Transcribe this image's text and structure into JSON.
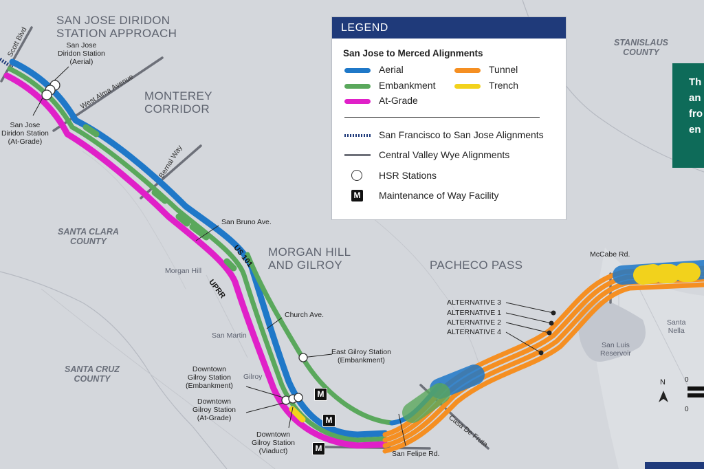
{
  "regions": {
    "diridon": "SAN JOSE DIRIDON\nSTATION APPROACH",
    "monterey": "MONTEREY\nCORRIDOR",
    "morgan_hill": "MORGAN HILL\nAND GILROY",
    "pacheco": "PACHECO PASS"
  },
  "counties": {
    "santa_clara": "SANTA CLARA\nCOUNTY",
    "santa_cruz": "SANTA CRUZ\nCOUNTY",
    "stanislaus": "STANISLAUS\nCOUNTY"
  },
  "places": {
    "morgan_hill": "Morgan Hill",
    "san_martin": "San Martin",
    "gilroy": "Gilroy",
    "san_luis": "San Luis\nReservoir",
    "santa_nella": "Santa\nNella"
  },
  "roads": {
    "scott": "Scott Blvd",
    "west_alma": "West Alma Avenue",
    "bernal": "Bernal Way",
    "san_bruno": "San Bruno Ave.",
    "us101": "US 101",
    "uprr": "UPRR",
    "church": "Church Ave.",
    "casa": "Casa De Fruta",
    "san_felipe": "San Felipe Rd.",
    "mccabe": "McCabe Rd."
  },
  "stations": {
    "diridon_aerial": "San Jose\nDiridon Station\n(Aerial)",
    "diridon_atgrade": "San Jose\nDiridon Station\n(At-Grade)",
    "east_gilroy": "East Gilroy Station\n(Embankment)",
    "dt_embankment": "Downtown\nGilroy Station\n(Embankment)",
    "dt_atgrade": "Downtown\nGilroy Station\n(At-Grade)",
    "dt_viaduct": "Downtown\nGilroy Station\n(Viaduct)"
  },
  "alternatives": [
    "ALTERNATIVE 3",
    "ALTERNATIVE 1",
    "ALTERNATIVE 2",
    "ALTERNATIVE 4"
  ],
  "maintenance_symbol": "M",
  "legend": {
    "title": "LEGEND",
    "subtitle": "San Jose to Merced Alignments",
    "aerial": "Aerial",
    "embankment": "Embankment",
    "at_grade": "At-Grade",
    "tunnel": "Tunnel",
    "trench": "Trench",
    "sf_sj": "San Francisco to San Jose Alignments",
    "cv_wye": "Central Valley Wye Alignments",
    "hsr": "HSR Stations",
    "mow": "Maintenance of Way Facility"
  },
  "colors": {
    "aerial": "#1f78c8",
    "embankment": "#5aa85c",
    "at_grade": "#e020c8",
    "tunnel": "#f58f22",
    "trench": "#f2d21c",
    "legend_header": "#1f3a7a",
    "callout": "#0e6b59"
  },
  "callout_lines": [
    "Th",
    "an",
    "fro",
    "en"
  ],
  "north": "N",
  "scale": {
    "top": "0",
    "bottom": "0"
  }
}
